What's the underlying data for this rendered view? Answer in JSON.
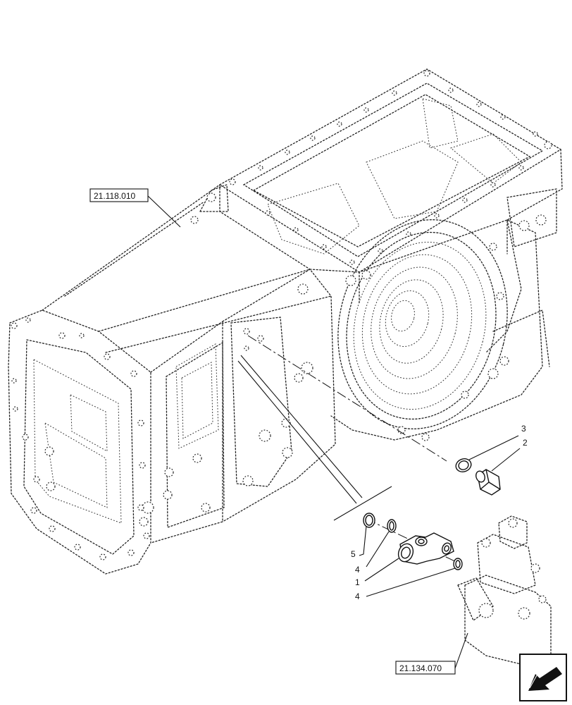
{
  "references": [
    {
      "id": "ref-upper",
      "label": "21.118.010"
    },
    {
      "id": "ref-lower",
      "label": "21.134.070"
    }
  ],
  "callouts": [
    "3",
    "2",
    "5",
    "4",
    "1",
    "4"
  ],
  "nav": {
    "icon": "back-arrow-icon"
  }
}
